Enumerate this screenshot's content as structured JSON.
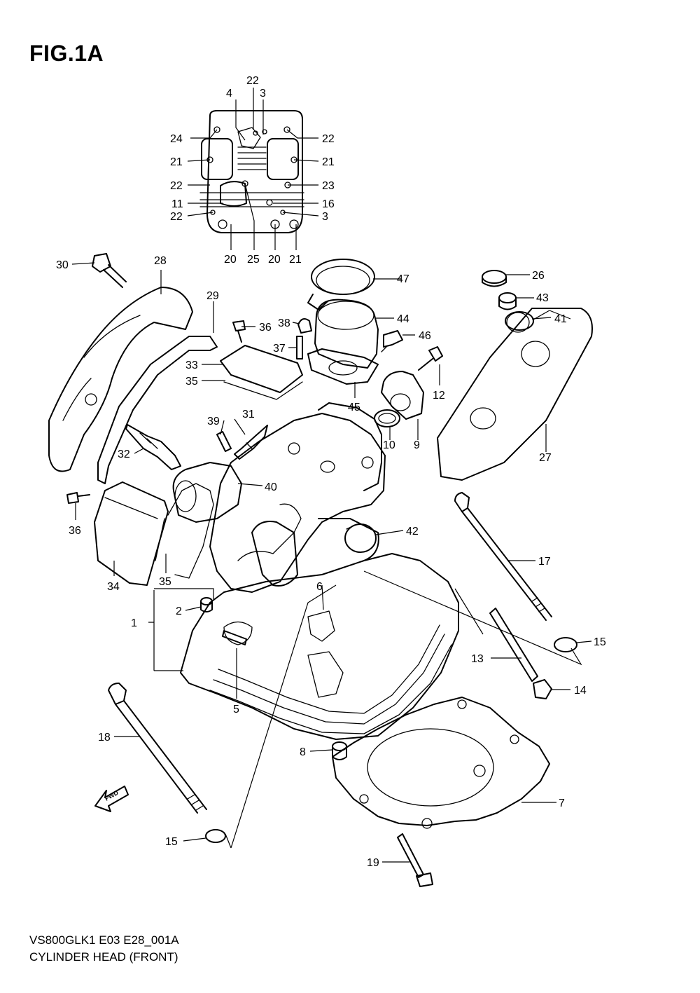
{
  "figure": {
    "title": "FIG.1A"
  },
  "footer": {
    "model_code": "VS800GLK1 E03 E28_001A",
    "caption": "CYLINDER HEAD (FRONT)"
  },
  "fwd_badge": "FWD",
  "callouts": {
    "c1": "1",
    "c2": "2",
    "c3a": "3",
    "c3b": "3",
    "c4": "4",
    "c5": "5",
    "c6": "6",
    "c7": "7",
    "c8": "8",
    "c9": "9",
    "c10": "10",
    "c11": "11",
    "c12": "12",
    "c13": "13",
    "c14": "14",
    "c15a": "15",
    "c15b": "15",
    "c16": "16",
    "c17": "17",
    "c18": "18",
    "c19": "19",
    "c20a": "20",
    "c20b": "20",
    "c21a": "21",
    "c21b": "21",
    "c21c": "21",
    "c22a": "22",
    "c22b": "22",
    "c22c": "22",
    "c22d": "22",
    "c23": "23",
    "c24": "24",
    "c25": "25",
    "c26": "26",
    "c27": "27",
    "c28": "28",
    "c29": "29",
    "c30": "30",
    "c31": "31",
    "c32": "32",
    "c33": "33",
    "c34": "34",
    "c35a": "35",
    "c35b": "35",
    "c36a": "36",
    "c36b": "36",
    "c37": "37",
    "c38": "38",
    "c39": "39",
    "c40": "40",
    "c41": "41",
    "c42": "42",
    "c43": "43",
    "c44": "44",
    "c45": "45",
    "c46": "46",
    "c47": "47"
  }
}
